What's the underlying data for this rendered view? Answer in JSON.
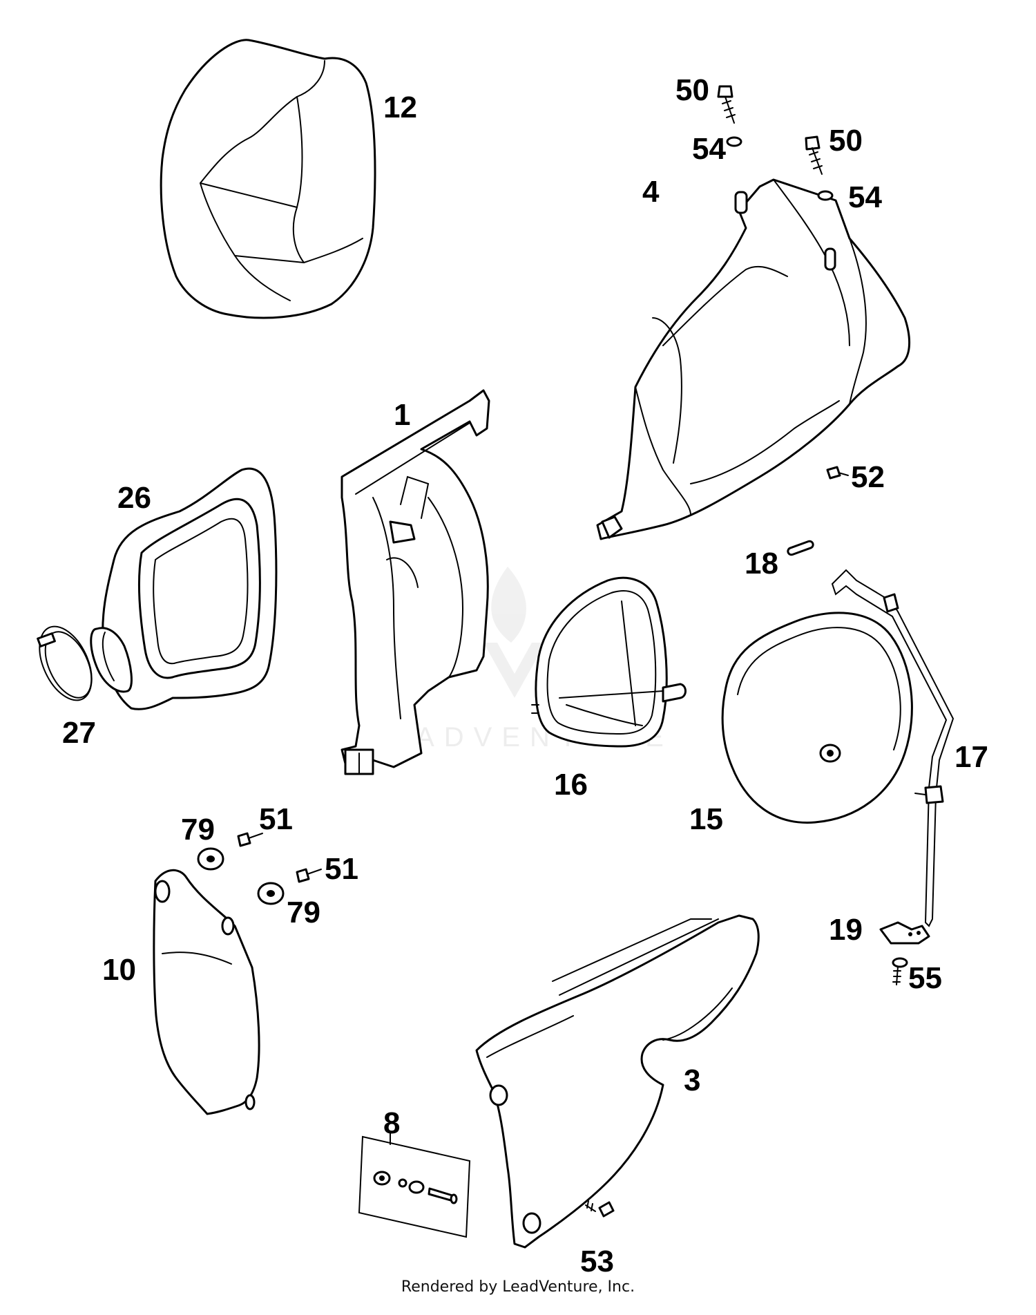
{
  "watermark": {
    "text": "LEADVENTURE",
    "color": "#e6e6e6"
  },
  "footer": {
    "text": "Rendered by LeadVenture, Inc."
  },
  "callouts": {
    "c1": "1",
    "c3": "3",
    "c4": "4",
    "c8": "8",
    "c10": "10",
    "c12": "12",
    "c15": "15",
    "c16": "16",
    "c17": "17",
    "c18": "18",
    "c19": "19",
    "c26": "26",
    "c27": "27",
    "c50a": "50",
    "c50b": "50",
    "c51a": "51",
    "c51b": "51",
    "c52": "52",
    "c53": "53",
    "c54a": "54",
    "c54b": "54",
    "c55": "55",
    "c79a": "79",
    "c79b": "79"
  }
}
